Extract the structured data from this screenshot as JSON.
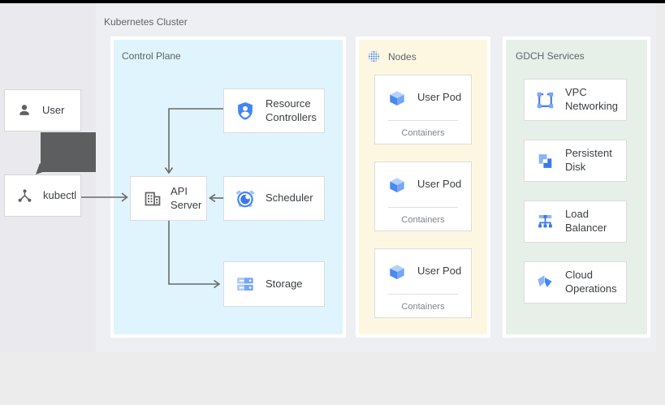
{
  "cluster": {
    "label": "Kubernetes Cluster"
  },
  "left_panel": {
    "user": {
      "label": "User",
      "icon": "person-icon"
    },
    "kubectl": {
      "label": "kubectl",
      "icon": "kubectl-nodes-icon"
    }
  },
  "control_plane": {
    "label": "Control Plane",
    "resource_controllers": {
      "label": "Resource Controllers",
      "icon": "shield-person-icon"
    },
    "api_server": {
      "label": "API Server",
      "icon": "building-grid-icon"
    },
    "scheduler": {
      "label": "Scheduler",
      "icon": "alarm-clock-icon"
    },
    "storage": {
      "label": "Storage",
      "icon": "server-stack-icon"
    }
  },
  "nodes": {
    "label": "Nodes",
    "icon": "dot-grid-icon",
    "pods": [
      {
        "label": "User Pod",
        "sublabel": "Containers",
        "icon": "cube-icon"
      },
      {
        "label": "User Pod",
        "sublabel": "Containers",
        "icon": "cube-icon"
      },
      {
        "label": "User Pod",
        "sublabel": "Containers",
        "icon": "cube-icon"
      }
    ]
  },
  "gdch_services": {
    "label": "GDCH Services",
    "cards": [
      {
        "label": "VPC Networking",
        "icon": "vpc-icon"
      },
      {
        "label": "Persistent Disk",
        "icon": "persistent-disk-icon"
      },
      {
        "label": "Load Balancer",
        "icon": "load-balancer-icon"
      },
      {
        "label": "Cloud Operations",
        "icon": "cloud-operations-icon"
      }
    ]
  },
  "colors": {
    "control_plane_bg": "#e0f4fd",
    "nodes_bg": "#fdf7e2",
    "gdch_bg": "#e6f0e8",
    "accent_blue": "#4285f4",
    "dark_blue": "#3b78e7",
    "light_blue": "#8ab4f8",
    "icon_gray": "#616161",
    "arrow_gray": "#6a6a6a",
    "label_gray": "#5f6368"
  }
}
